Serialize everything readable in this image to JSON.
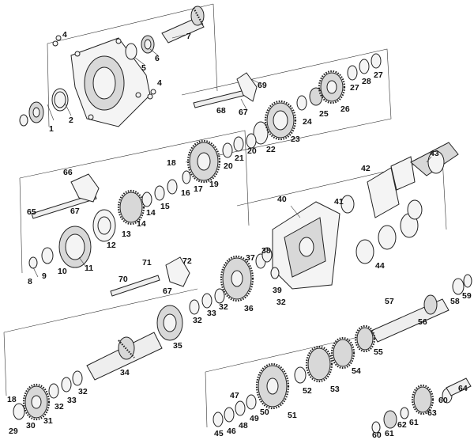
{
  "diagram": {
    "labels": [
      "1",
      "2",
      "4",
      "4",
      "5",
      "6",
      "7",
      "8",
      "9",
      "10",
      "11",
      "12",
      "13",
      "14",
      "14",
      "15",
      "16",
      "17",
      "18",
      "18",
      "19",
      "20",
      "20",
      "21",
      "22",
      "23",
      "24",
      "25",
      "26",
      "27",
      "27",
      "28",
      "29",
      "30",
      "31",
      "32",
      "32",
      "32",
      "32",
      "32",
      "33",
      "33",
      "34",
      "35",
      "36",
      "37",
      "38",
      "39",
      "40",
      "41",
      "42",
      "43",
      "44",
      "45",
      "46",
      "47",
      "48",
      "49",
      "50",
      "51",
      "52",
      "53",
      "54",
      "55",
      "56",
      "57",
      "58",
      "59",
      "60",
      "60",
      "61",
      "61",
      "62",
      "63",
      "64",
      "65",
      "66",
      "67",
      "67",
      "67",
      "68",
      "69",
      "70",
      "71",
      "72"
    ]
  }
}
